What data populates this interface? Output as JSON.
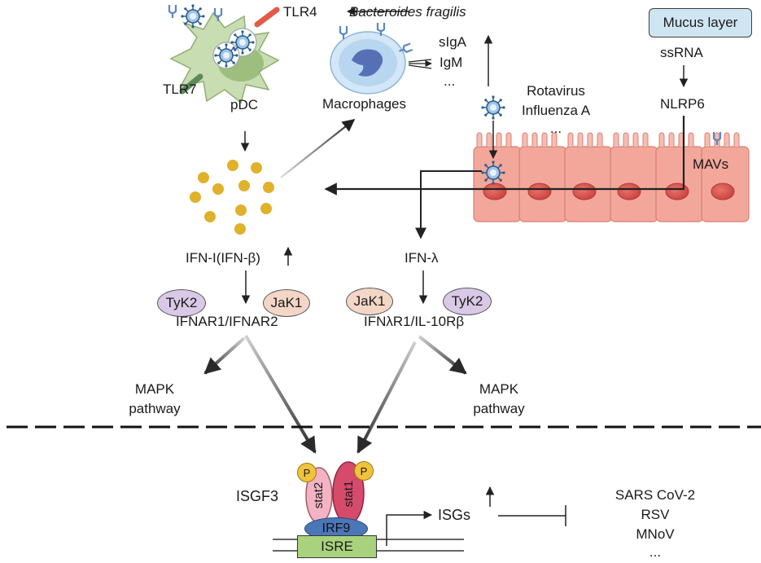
{
  "labels": {
    "tlr4": "TLR4",
    "bacteroides": "Bacteroides fragilis",
    "mucus_layer": "Mucus layer",
    "siga": "sIgA",
    "igm": "IgM",
    "ellipsis_ig": "...",
    "ssrna": "ssRNA",
    "tlr7": "TLR7",
    "pdc": "pDC",
    "macrophages": "Macrophages",
    "rotavirus": "Rotavirus",
    "influenza": "Influenza A",
    "ellipsis_virus": "...",
    "nlrp6": "NLRP6",
    "mavs": "MAVs",
    "ifn_i": "IFN-I(IFN-β)",
    "ifn_lambda": "IFN-λ",
    "tyk2_left": "TyK2",
    "jak1_left": "JaK1",
    "jak1_right": "JaK1",
    "tyk2_right": "TyK2",
    "ifnar": "IFNAR1/IFNAR2",
    "ifnlr": "IFNλR1/IL-10Rβ",
    "mapk_left_1": "MAPK",
    "mapk_left_2": "pathway",
    "mapk_right_1": "MAPK",
    "mapk_right_2": "pathway",
    "isgf3": "ISGF3",
    "p_left": "P",
    "p_right": "P",
    "stat2": "stat2",
    "stat1": "stat1",
    "irf9": "IRF9",
    "isre": "ISRE",
    "isgs": "ISGs",
    "sars": "SARS CoV-2",
    "rsv": "RSV",
    "mnov": "MNoV",
    "ellipsis_targets": "..."
  },
  "colors": {
    "mucus_box": "#cfe6f2",
    "epithelium": "#f2a79a",
    "nucleus": "#d9534f",
    "ifn_dots": "#e0b12a",
    "tyk2": "#d9c8e6",
    "jak1": "#f3d6c6",
    "stat2": "#f3b3c4",
    "stat1": "#d64a6c",
    "irf9": "#4b77b8",
    "isre": "#a9d27f",
    "phospho": "#f1c23b",
    "pdc_cell": "#c5dcae",
    "macrophage": "#b6d4ef"
  },
  "icons": [
    "virus-icon",
    "dendritic-cell-icon",
    "macrophage-icon",
    "receptor-icon",
    "epithelial-cell-icon"
  ]
}
